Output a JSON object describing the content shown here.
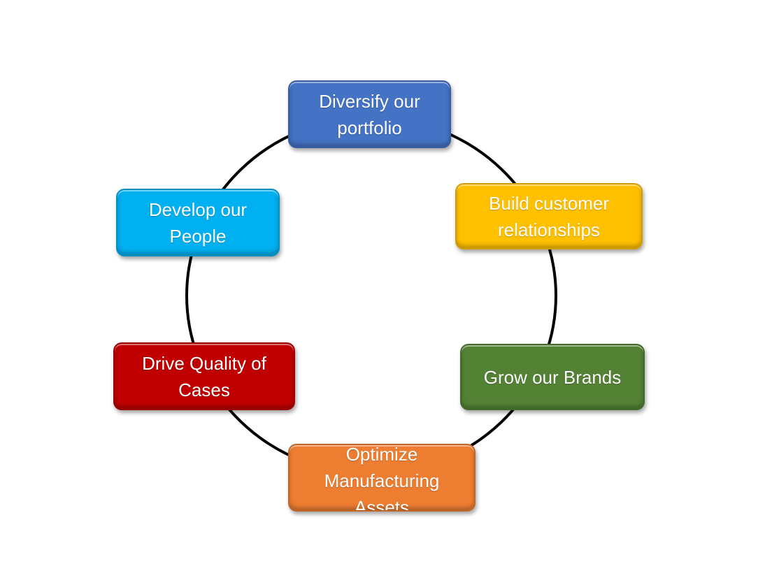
{
  "diagram": {
    "type": "cycle",
    "connector_color": "#000000",
    "nodes": [
      {
        "id": "diversify",
        "label": "Diversify our portfolio",
        "color": "#4472c4"
      },
      {
        "id": "build",
        "label": "Build customer relationships",
        "color": "#ffc000"
      },
      {
        "id": "grow",
        "label": "Grow our Brands",
        "color": "#548235"
      },
      {
        "id": "optimize",
        "label": "Optimize Manufacturing Assets",
        "color": "#ed7d31"
      },
      {
        "id": "drive",
        "label": "Drive Quality of Cases",
        "color": "#c00000"
      },
      {
        "id": "develop",
        "label": "Develop our People",
        "color": "#00b0f0"
      }
    ]
  }
}
